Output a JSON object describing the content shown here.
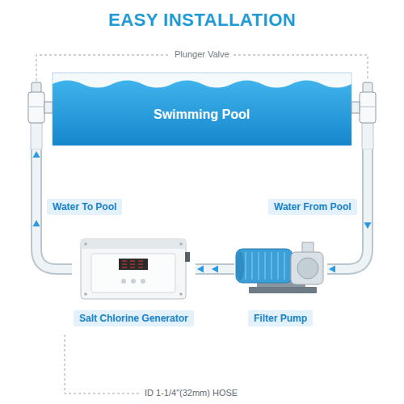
{
  "diagram": {
    "title": "EASY INSTALLATION",
    "nodes": [
      {
        "text": [
          "Swimming Pool"
        ]
      },
      {
        "text": [
          "Filter Pump"
        ]
      },
      {
        "text": [
          "Salt Chlorine Generator"
        ]
      }
    ],
    "edges": [
      {
        "from": 0,
        "to": 1,
        "arrow": "to",
        "label": "Water From Pool"
      },
      {
        "from": 1,
        "to": 2,
        "arrow": "to"
      },
      {
        "from": 2,
        "to": 0,
        "arrow": "to",
        "label": "Water To Pool"
      }
    ],
    "labels": [
      "Plunger Valve",
      "ID 1-1/4\"(32mm) HOSE"
    ]
  }
}
